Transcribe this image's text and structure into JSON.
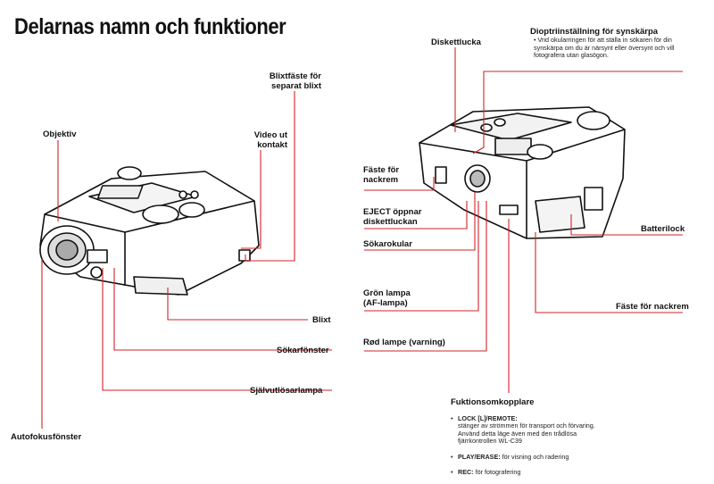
{
  "page": {
    "title": "Delarnas namn och funktioner"
  },
  "colors": {
    "leader_line": "#d2232a",
    "ink": "#111111"
  },
  "front_view": {
    "labels": {
      "objektiv": "Objektiv",
      "blixtfaste": "Blixtfäste för separat blixt",
      "video": "Video ut kontakt",
      "blixt": "Blixt",
      "sokarfonster": "Sökarfönster",
      "sjalvutlosar": "Självutlösarlampa",
      "autofokus": "Autofokusfönster"
    }
  },
  "rear_view": {
    "labels": {
      "diskettlucka": "Diskettlucka",
      "diopt_title": "Dioptriinställning för synskärpa",
      "diopt_desc": "Vrid okularringen för att ställa in sökaren för din synskärpa om du är närsynt eller översynt och vill fotografera utan glasögon.",
      "faste_nackrem_1": "Fäste för nackrem",
      "eject": "EJECT öppnar diskettluckan",
      "sokarokular": "Sökarokular",
      "gron_lampa": "Grön lampa (AF-lampa)",
      "rod_lampe": "Rød lampe (varning)",
      "batterilock": "Batterilock",
      "faste_nackrem_2": "Fäste för nackrem"
    },
    "function_switch": {
      "title": "Fuktionsomkopplare",
      "items": [
        {
          "key": "LOCK [L]/REMOTE:",
          "text": "stänger av strömmen för transport och förvaring. Använd detta läge även med den trådlösa fjärrkontrollen WL-C39"
        },
        {
          "key": "PLAY/ERASE:",
          "text": "för visning och radering"
        },
        {
          "key": "REC:",
          "text": "för fotografering"
        }
      ]
    }
  }
}
